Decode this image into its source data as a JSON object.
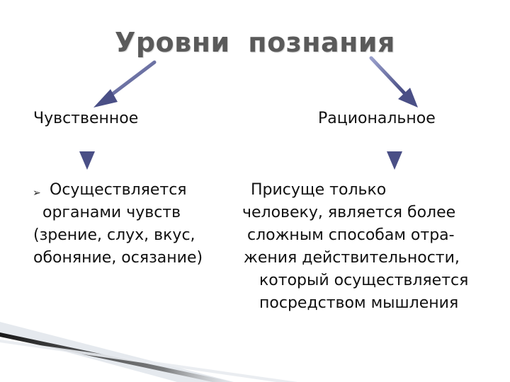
{
  "title": "Уровни  познания",
  "left": {
    "heading": "Чувственное",
    "bullet_icon": "arrow-bullet-icon",
    "lines": [
      "Осуществляется",
      "органами чувств",
      "(зрение, слух, вкус,",
      "обоняние, осязание)"
    ]
  },
  "right": {
    "heading": "Рациональное",
    "lines": [
      "Присуще только",
      "человеку, является более",
      "сложным способам отра-",
      "жения действительности,",
      "который осуществляется",
      "посредством мышления"
    ]
  },
  "colors": {
    "arrow": "#4a4f86",
    "arrow_light": "#8f94c4",
    "title": "#5a5a5a"
  }
}
